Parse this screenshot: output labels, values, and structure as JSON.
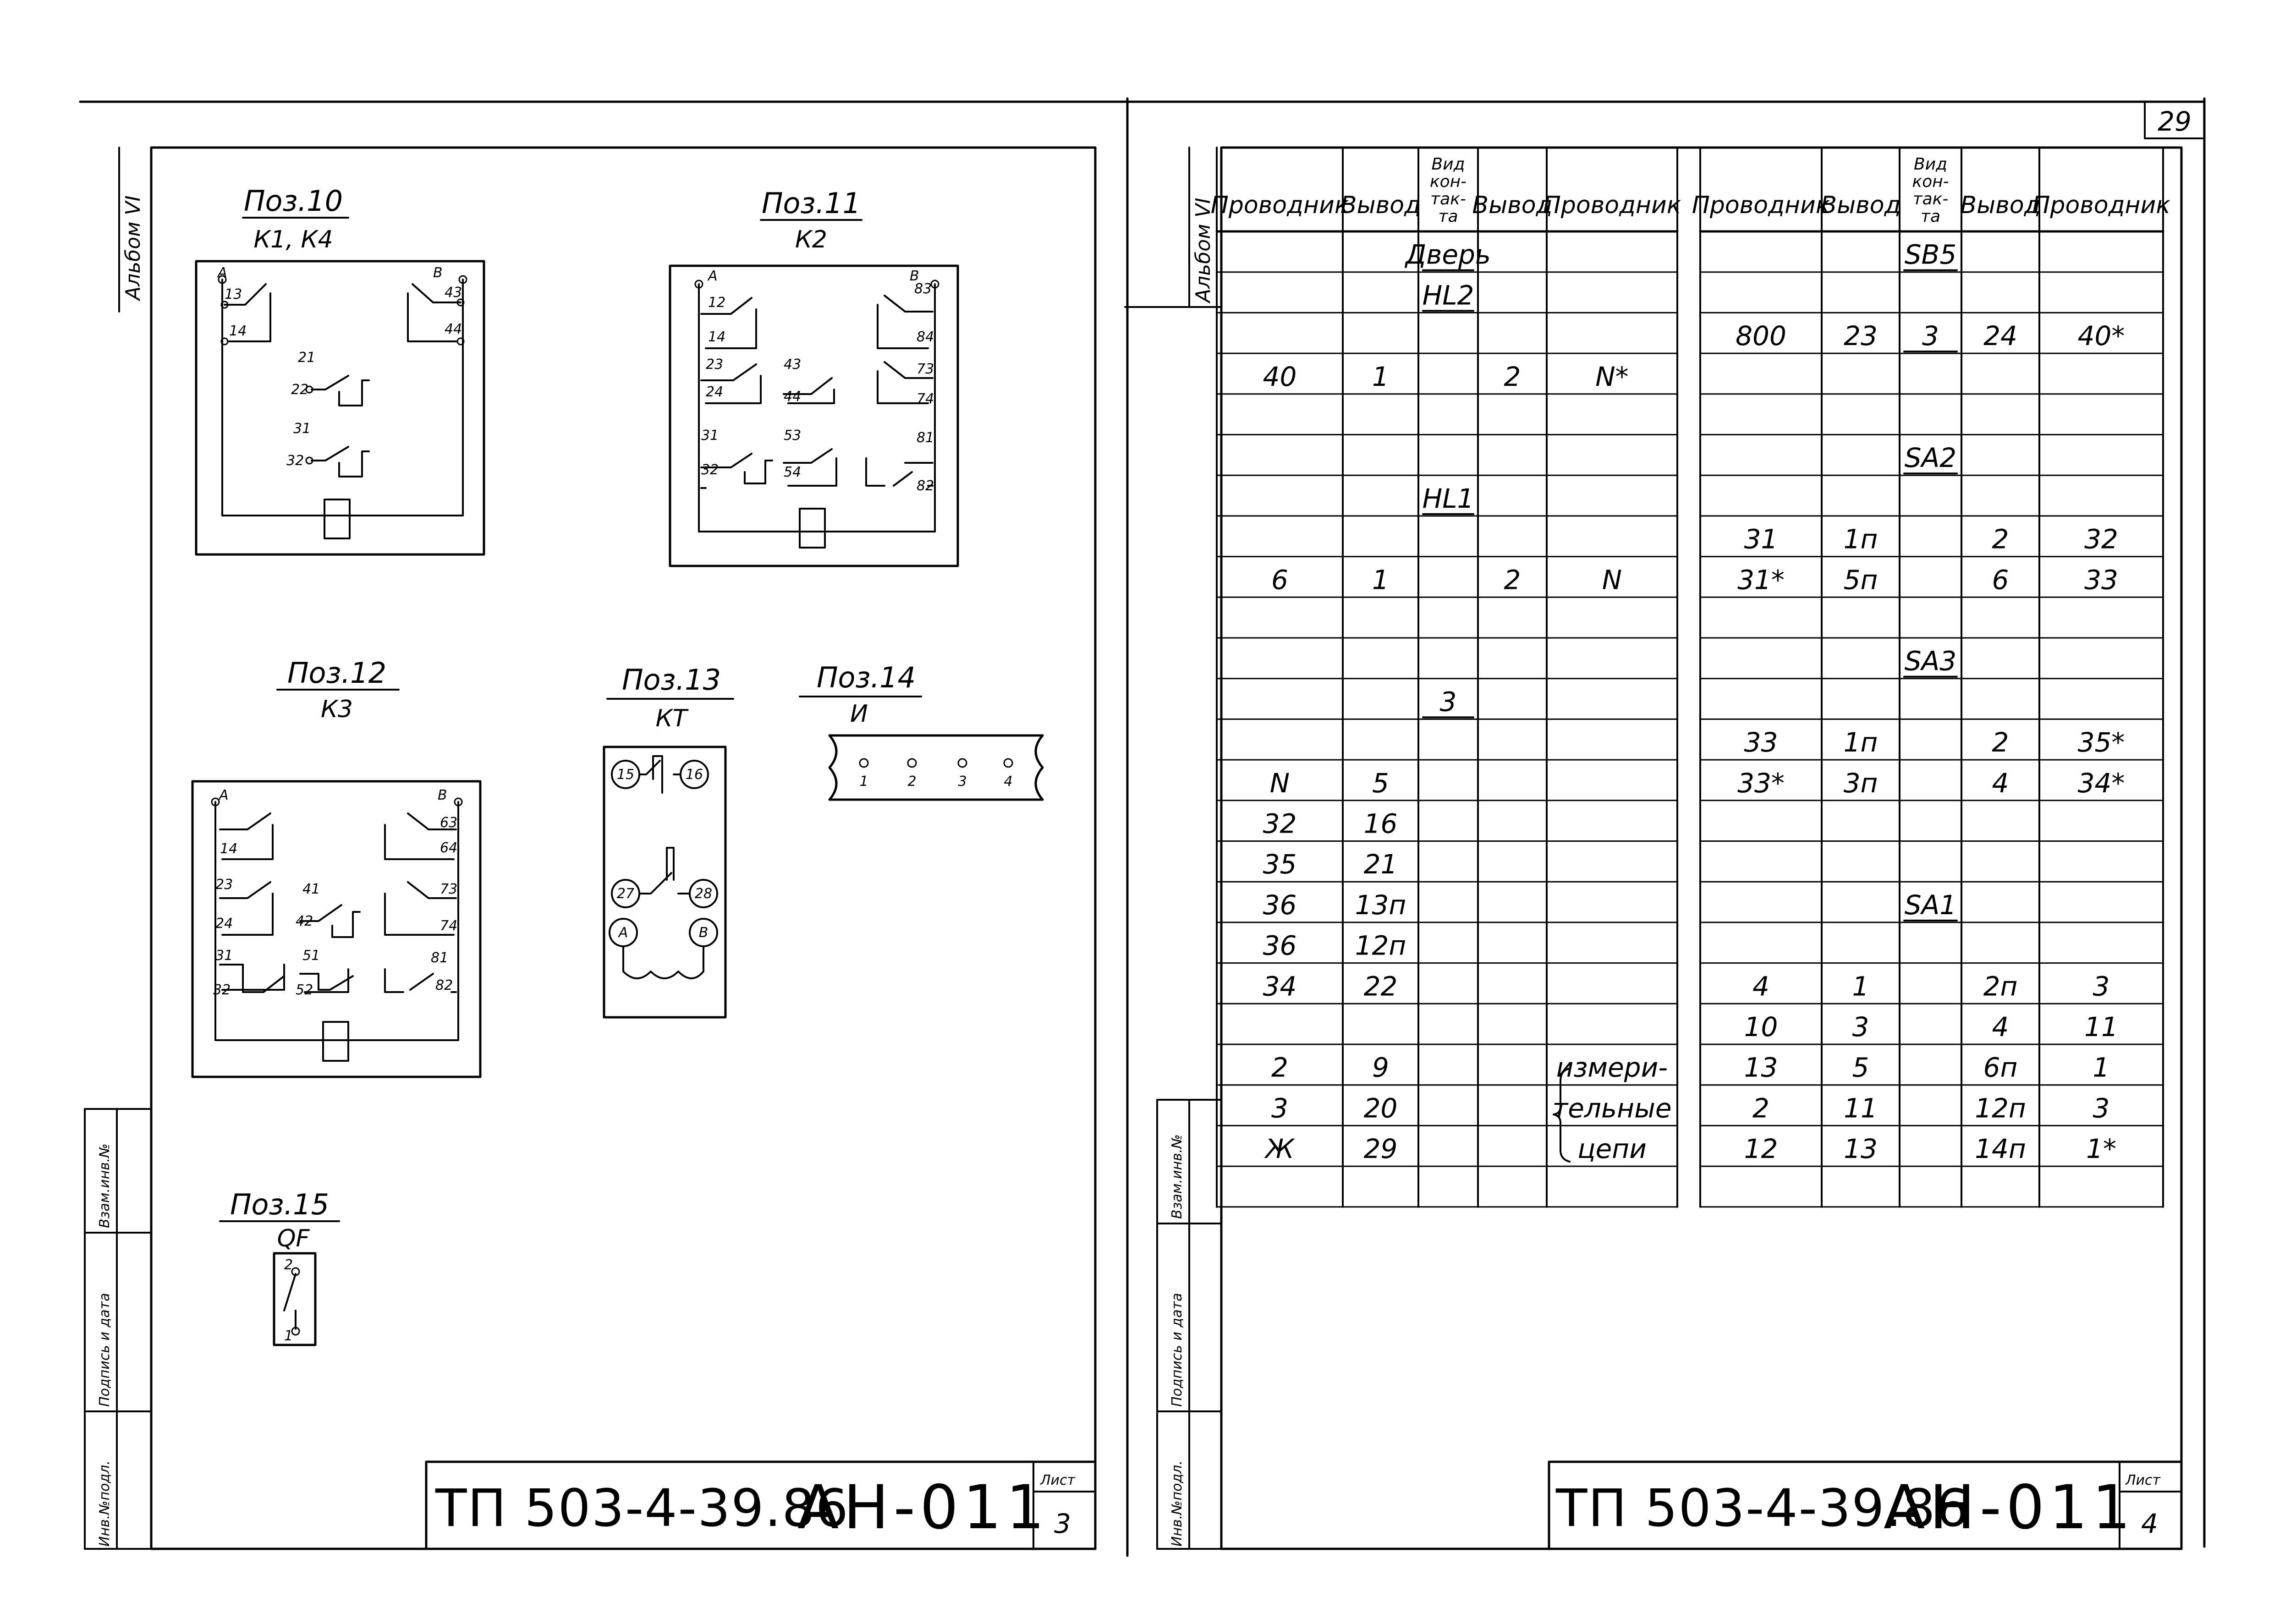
{
  "page_number": "29",
  "album_label": "Альбом VI",
  "side_stamp": {
    "inv_replace": "Взам.инв.№",
    "sign_date": "Подпись и дата",
    "inv_orig": "Инв.№подл."
  },
  "left_sheet": {
    "title_block": {
      "code": "ТП 503-4-39.86",
      "mark": "АН-011",
      "sheet_label": "Лист",
      "sheet_no": "3"
    },
    "items": [
      {
        "pos": "Поз.10",
        "designation": "К1, К4",
        "contacts": [
          "А",
          "13",
          "14",
          "21",
          "22",
          "31",
          "32",
          "В",
          "43",
          "44"
        ]
      },
      {
        "pos": "Поз.11",
        "designation": "К2",
        "contacts": [
          "А",
          "12",
          "14",
          "23",
          "24",
          "31",
          "32",
          "43",
          "44",
          "53",
          "54",
          "В",
          "83",
          "84",
          "73",
          "74",
          "81",
          "82"
        ]
      },
      {
        "pos": "Поз.12",
        "designation": "К3",
        "contacts": [
          "А",
          "14",
          "23",
          "24",
          "31",
          "32",
          "41",
          "42",
          "51",
          "52",
          "В",
          "63",
          "64",
          "73",
          "74",
          "81",
          "82"
        ]
      },
      {
        "pos": "Поз.13",
        "designation": "КТ",
        "contacts": [
          "15",
          "16",
          "27",
          "28",
          "А",
          "В"
        ]
      },
      {
        "pos": "Поз.14",
        "designation": "И",
        "contacts": [
          "1",
          "2",
          "3",
          "4"
        ]
      },
      {
        "pos": "Поз.15",
        "designation": "QF",
        "contacts": [
          "2",
          "1"
        ]
      }
    ]
  },
  "right_sheet": {
    "title_block": {
      "code": "ТП 503-4-39.86",
      "mark": "АН-011",
      "sheet_label": "Лист",
      "sheet_no": "4"
    },
    "headers": [
      "Проводник",
      "Вывод",
      "Вид контакта",
      "Вывод",
      "Проводник"
    ],
    "header_contact_lines": [
      "Вид",
      "кон-",
      "так-",
      "та"
    ],
    "left_table": [
      [
        "",
        "",
        "Дверь",
        "",
        ""
      ],
      [
        "",
        "",
        "HL2",
        "",
        ""
      ],
      [
        "",
        "",
        "",
        "",
        ""
      ],
      [
        "40",
        "1",
        "",
        "2",
        "N*"
      ],
      [
        "",
        "",
        "",
        "",
        ""
      ],
      [
        "",
        "",
        "",
        "",
        ""
      ],
      [
        "",
        "",
        "HL1",
        "",
        ""
      ],
      [
        "",
        "",
        "",
        "",
        ""
      ],
      [
        "6",
        "1",
        "",
        "2",
        "N"
      ],
      [
        "",
        "",
        "",
        "",
        ""
      ],
      [
        "",
        "",
        "",
        "",
        ""
      ],
      [
        "",
        "",
        "3",
        "",
        ""
      ],
      [
        "",
        "",
        "",
        "",
        ""
      ],
      [
        "N",
        "5",
        "",
        "",
        ""
      ],
      [
        "32",
        "16",
        "",
        "",
        ""
      ],
      [
        "35",
        "21",
        "",
        "",
        ""
      ],
      [
        "36",
        "13п",
        "",
        "",
        ""
      ],
      [
        "36",
        "12п",
        "",
        "",
        ""
      ],
      [
        "34",
        "22",
        "",
        "",
        ""
      ],
      [
        "",
        "",
        "",
        "",
        ""
      ],
      [
        "2",
        "9",
        "",
        "",
        "измери-"
      ],
      [
        "3",
        "20",
        "",
        "",
        "тельные"
      ],
      [
        "Ж",
        "29",
        "",
        "",
        "цепи"
      ],
      [
        "",
        "",
        "",
        "",
        ""
      ]
    ],
    "right_table": [
      [
        "",
        "",
        "SB5",
        "",
        ""
      ],
      [
        "",
        "",
        "",
        "",
        ""
      ],
      [
        "800",
        "23",
        "3",
        "24",
        "40*"
      ],
      [
        "",
        "",
        "",
        "",
        ""
      ],
      [
        "",
        "",
        "",
        "",
        ""
      ],
      [
        "",
        "",
        "SA2",
        "",
        ""
      ],
      [
        "",
        "",
        "",
        "",
        ""
      ],
      [
        "31",
        "1п",
        "",
        "2",
        "32"
      ],
      [
        "31*",
        "5п",
        "",
        "6",
        "33"
      ],
      [
        "",
        "",
        "",
        "",
        ""
      ],
      [
        "",
        "",
        "SA3",
        "",
        ""
      ],
      [
        "",
        "",
        "",
        "",
        ""
      ],
      [
        "33",
        "1п",
        "",
        "2",
        "35*"
      ],
      [
        "33*",
        "3п",
        "",
        "4",
        "34*"
      ],
      [
        "",
        "",
        "",
        "",
        ""
      ],
      [
        "",
        "",
        "",
        "",
        ""
      ],
      [
        "",
        "",
        "SA1",
        "",
        ""
      ],
      [
        "",
        "",
        "",
        "",
        ""
      ],
      [
        "4",
        "1",
        "",
        "2п",
        "3"
      ],
      [
        "10",
        "3",
        "",
        "4",
        "11"
      ],
      [
        "13",
        "5",
        "",
        "6п",
        "1"
      ],
      [
        "2",
        "11",
        "",
        "12п",
        "3"
      ],
      [
        "12",
        "13",
        "",
        "14п",
        "1*"
      ],
      [
        "",
        "",
        "",
        "",
        ""
      ]
    ]
  }
}
